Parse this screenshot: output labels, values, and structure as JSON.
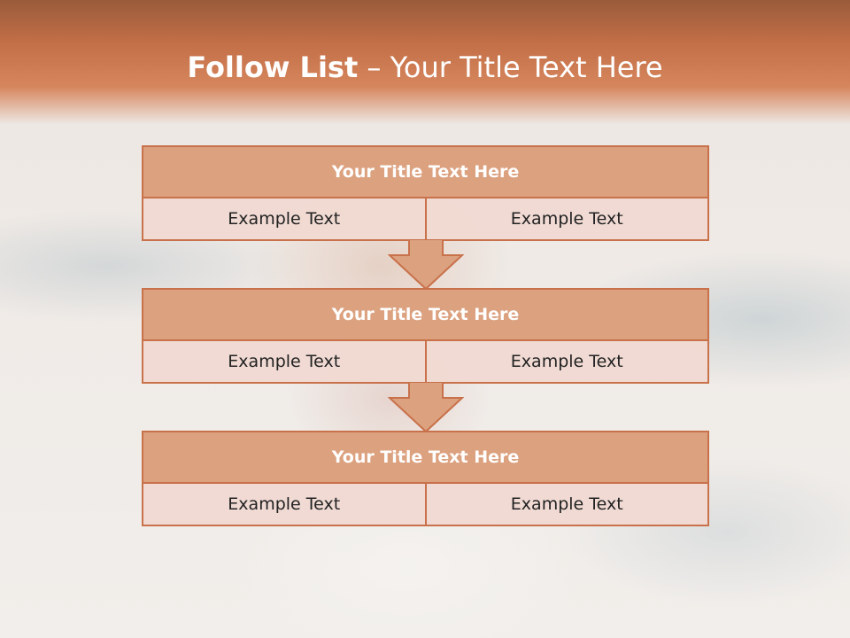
{
  "slide": {
    "title_bold": "Follow List",
    "title_rest": " – Your Title Text Here"
  },
  "blocks": [
    {
      "title": "Your Title Text Here",
      "left": "Example Text",
      "right": "Example Text"
    },
    {
      "title": "Your Title Text Here",
      "left": "Example Text",
      "right": "Example Text"
    },
    {
      "title": "Your Title Text Here",
      "left": "Example Text",
      "right": "Example Text"
    }
  ],
  "colors": {
    "accent": "#c8714a",
    "header_fill": "#dca17f",
    "cell_fill": "#f0dad2"
  }
}
